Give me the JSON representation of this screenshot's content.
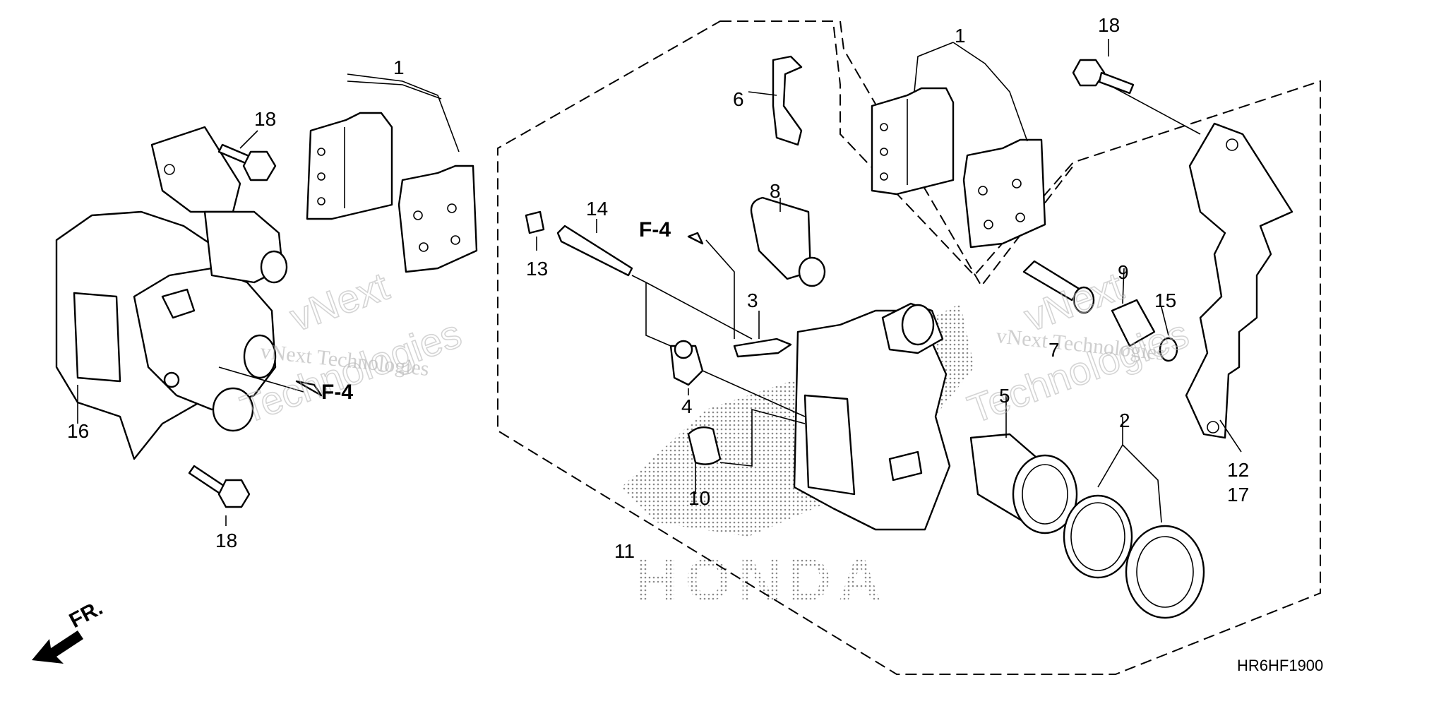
{
  "diagram": {
    "callouts": {
      "c1a": "1",
      "c1b": "1",
      "c2": "2",
      "c3": "3",
      "c4": "4",
      "c5": "5",
      "c6": "6",
      "c7": "7",
      "c8": "8",
      "c9": "9",
      "c10": "10",
      "c11": "11",
      "c12": "12",
      "c13": "13",
      "c14": "14",
      "c15": "15",
      "c16": "16",
      "c17": "17",
      "c18a": "18",
      "c18b": "18",
      "c18c": "18"
    },
    "refs": {
      "f4_left": "F-4",
      "f4_center": "F-4"
    },
    "direction_label": "FR.",
    "diagram_code": "HR6HF1900",
    "brand_mark": "HONDA",
    "watermarks": {
      "w1": "vNext",
      "w2": "vNext Technologies",
      "w3": "Technologies",
      "w4": "vNext",
      "w5": "vNext Technologies",
      "w6": "Technologies"
    },
    "colors": {
      "ink": "#000000",
      "watermark": "#a8a8a8",
      "halftone": "#8a8a8a"
    }
  }
}
